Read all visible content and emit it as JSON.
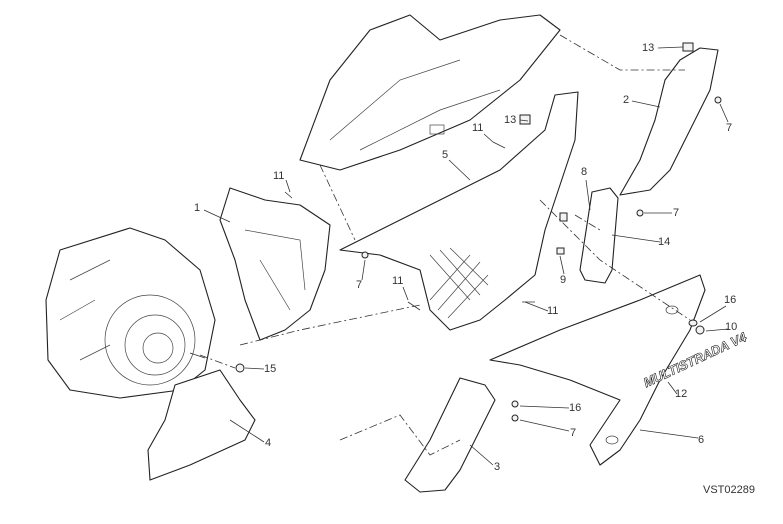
{
  "diagram": {
    "drawing_code": "VST02289",
    "decal_text": "MULTISTRADA V4",
    "callouts": [
      "13",
      "2",
      "7",
      "13",
      "11",
      "5",
      "11",
      "8",
      "1",
      "7",
      "14",
      "7",
      "9",
      "11",
      "11",
      "16",
      "10",
      "15",
      "12",
      "16",
      "7",
      "4",
      "6",
      "3"
    ]
  }
}
